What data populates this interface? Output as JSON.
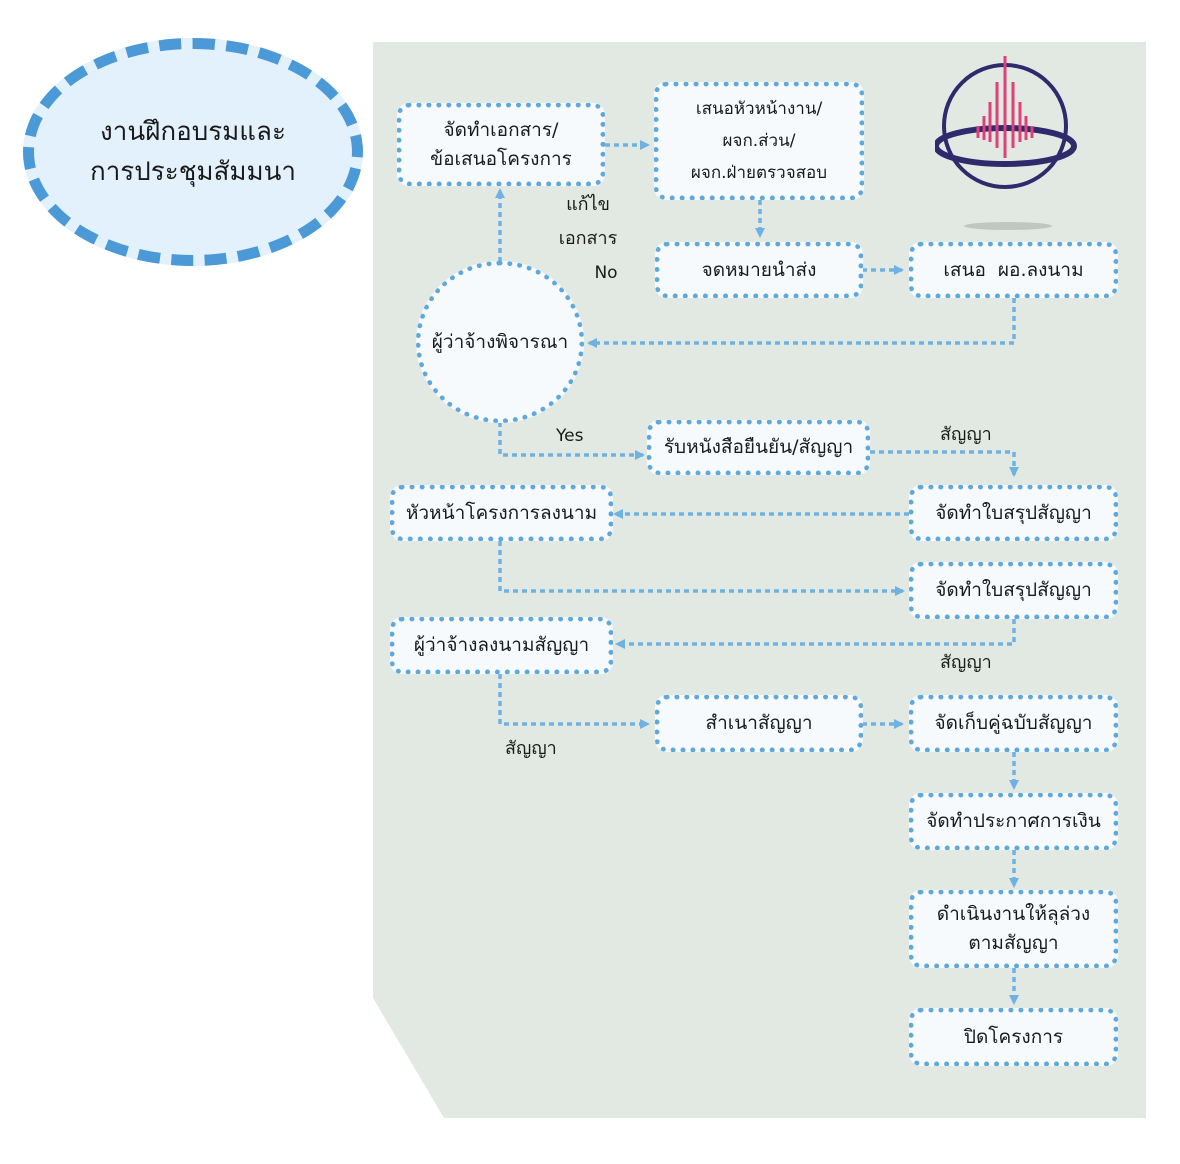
{
  "title": {
    "line1": "งานฝึกอบรมและ",
    "line2": "การประชุมสัมมนา"
  },
  "colors": {
    "panel": "#e2e9e3",
    "connector": "#6fb2e2",
    "box_border": "#5ea8dc",
    "oval_border": "#4b99d6",
    "logo_ring": "#2f2a6b",
    "logo_bars": "#e0407a"
  },
  "logo": {
    "icon": "institution-logo-icon"
  },
  "nodes": {
    "prepare_docs": {
      "line1": "จัดทำเอกสาร/",
      "line2": "ข้อเสนอโครงการ"
    },
    "propose_heads": {
      "line1": "เสนอหัวหน้างาน/",
      "line2": "ผจก.ส่วน/",
      "line3": "ผจก.ฝ่ายตรวจสอบ"
    },
    "cover_letter": "จดหมายนำส่ง",
    "propose_director": "เสนอ  ผอ.ลงนาม",
    "decision": "ผู้ว่าจ้างพิจารณา",
    "receive_confirm": "รับหนังสือยืนยัน/สัญญา",
    "summary_1": "จัดทำใบสรุปสัญญา",
    "head_sign": "หัวหน้าโครงการลงนาม",
    "summary_2": "จัดทำใบสรุปสัญญา",
    "client_sign": "ผู้ว่าจ้างลงนามสัญญา",
    "copy_contract": "สำเนาสัญญา",
    "file_contract": "จัดเก็บคู่ฉบับสัญญา",
    "finance_notice": "จัดทำประกาศการเงิน",
    "execute": {
      "line1": "ดำเนินงานให้ลุล่วง",
      "line2": "ตามสัญญา"
    },
    "close_project": "ปิดโครงการ"
  },
  "labels": {
    "revise": {
      "line1": "แก้ไข",
      "line2": "เอกสาร",
      "line3": "No"
    },
    "yes": "Yes",
    "contract_1": "สัญญา",
    "contract_2": "สัญญา",
    "contract_3": "สัญญา"
  }
}
